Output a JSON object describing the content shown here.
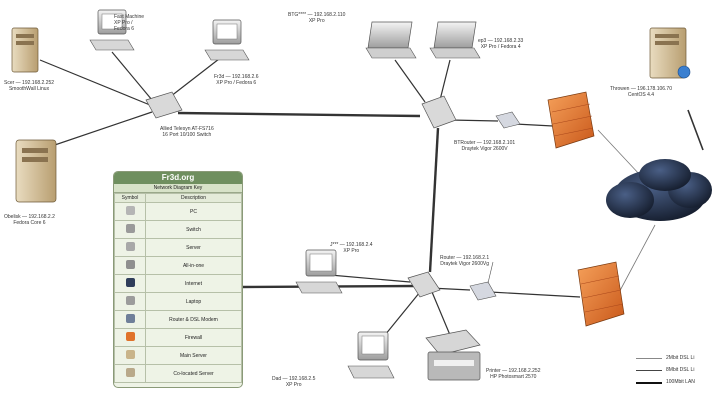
{
  "nodes": {
    "fast_machine": [
      "Fast Machine",
      "XP Pro /",
      "Fedora 6"
    ],
    "fr3d": [
      "Fr3d — 192.168.2.6",
      "XP Pro / Fedora 6"
    ],
    "bt_laptop": [
      "BTG**** — 192.168.2.110",
      "XP Pro"
    ],
    "ep3": [
      "ep3 — 192.168.2.33",
      "XP Pro / Fedora 4"
    ],
    "scer": [
      "Scer — 192.168.2.252",
      "SmoothWall Linux"
    ],
    "throwen": [
      "Throwen — 196.178.106.70",
      "CentOS 4.4"
    ],
    "switch": [
      "Allied Telesyn AT-FS716",
      "16 Port 10/100 Switch"
    ],
    "btrouter": [
      "BTRouter — 192.168.2.101",
      "Draytek Vigor 2600V"
    ],
    "obelisk": [
      "Obelisk — 192.168.2.2",
      "Fedora Core 6"
    ],
    "j_pc": [
      "J*** — 192.168.2.4",
      "XP Pro"
    ],
    "router": [
      "Router — 192.168.2.1",
      "Draytek Vigor 2600Vg"
    ],
    "dad": [
      "Dad — 192.168.2.5",
      "XP Pro"
    ],
    "printer": [
      "Printer — 192.168.2.252",
      "HP Photosmart 2570"
    ]
  },
  "key": {
    "title": "Fr3d.org",
    "subtitle": "Network Diagram Key",
    "header_symbol": "Symbol",
    "header_description": "Description",
    "items": [
      {
        "label": "PC",
        "icon": "pc-icon",
        "color": "#b5b5b5"
      },
      {
        "label": "Switch",
        "icon": "switch-icon",
        "color": "#9a9a9a"
      },
      {
        "label": "Server",
        "icon": "server-icon",
        "color": "#a8a8a8"
      },
      {
        "label": "All-in-one",
        "icon": "all-in-one-icon",
        "color": "#8f8f8f"
      },
      {
        "label": "Internet",
        "icon": "cloud-icon",
        "color": "#2f3d5a"
      },
      {
        "label": "Laptop",
        "icon": "laptop-icon",
        "color": "#9c9c9c"
      },
      {
        "label": "Router & DSL Modem",
        "icon": "router-icon",
        "color": "#6f7f99"
      },
      {
        "label": "Firewall",
        "icon": "firewall-icon",
        "color": "#e0722a"
      },
      {
        "label": "Main Server",
        "icon": "main-server-icon",
        "color": "#c9b48a"
      },
      {
        "label": "Co-located Server",
        "icon": "colocated-server-icon",
        "color": "#b9a98a"
      }
    ]
  },
  "legend": [
    "2Mbit DSL Li",
    "8Mbit DSL Li",
    "100Mbit LAN"
  ],
  "colors": {
    "firewall": "#e0722a",
    "cloud": "#2a3550",
    "link": "#333333",
    "key_header": "#6f8f5f"
  }
}
